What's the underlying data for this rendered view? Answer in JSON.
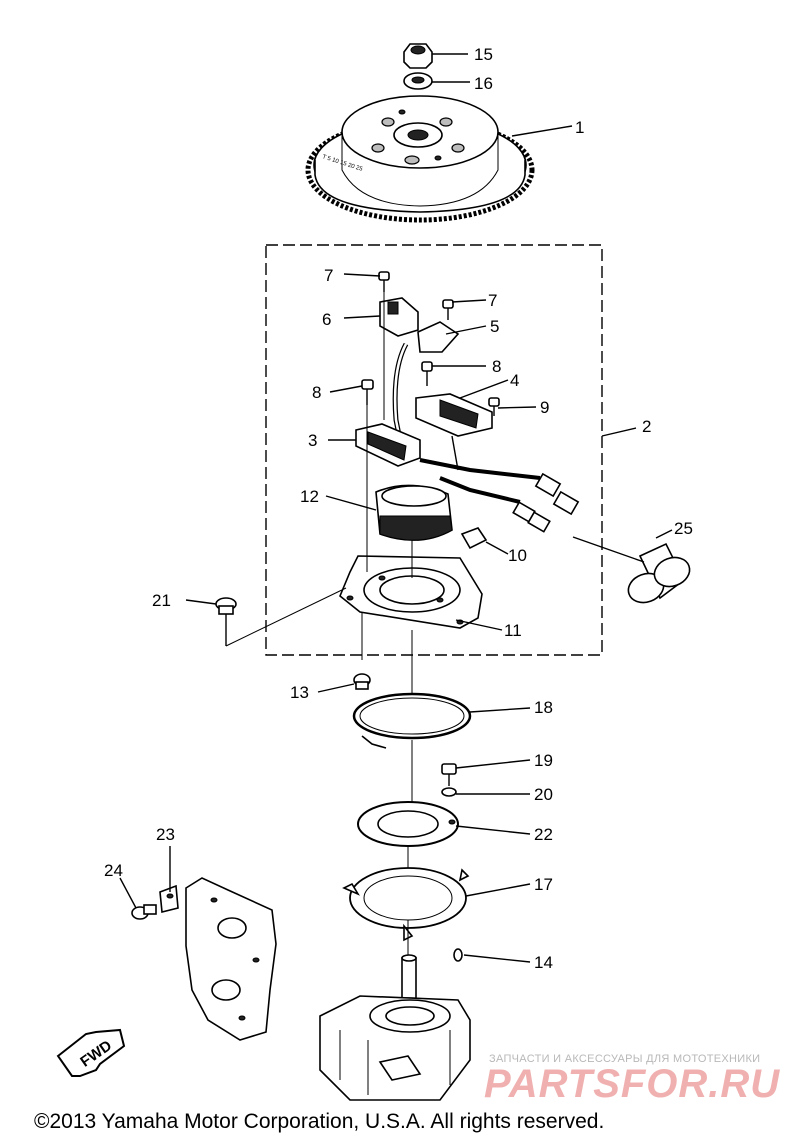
{
  "callouts": [
    "1",
    "2",
    "3",
    "4",
    "5",
    "6",
    "7",
    "7",
    "8",
    "8",
    "9",
    "10",
    "11",
    "12",
    "13",
    "14",
    "15",
    "16",
    "17",
    "18",
    "19",
    "20",
    "21",
    "22",
    "23",
    "24",
    "25"
  ],
  "fwd_label": "FWD",
  "flywheel_marks": "T  5  10  15  20  25",
  "watermark": {
    "tagline": "ЗАПЧАСТИ И АКСЕССУАРЫ ДЛЯ МОТОТЕХНИКИ",
    "logo": "PARTSFOR.RU"
  },
  "copyright": "©2013 Yamaha Motor Corporation, U.S.A. All rights reserved."
}
